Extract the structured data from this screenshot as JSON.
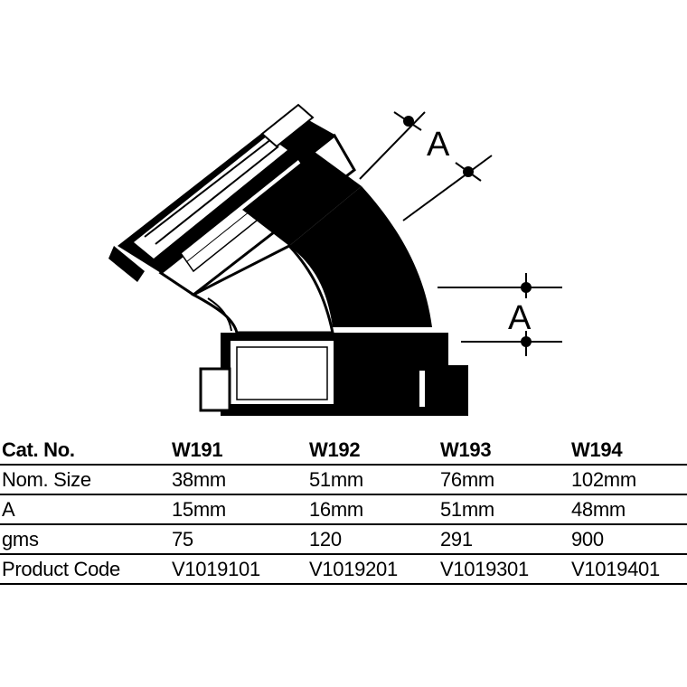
{
  "drawing": {
    "dimension_label_top": "A",
    "dimension_label_right": "A"
  },
  "table": {
    "header": [
      "Cat. No.",
      "W191",
      "W192",
      "W193",
      "W194"
    ],
    "rows": [
      [
        "Nom. Size",
        "38mm",
        "51mm",
        "76mm",
        "102mm"
      ],
      [
        "A",
        "15mm",
        "16mm",
        "51mm",
        "48mm"
      ],
      [
        "gms",
        "75",
        "120",
        "291",
        "900"
      ],
      [
        "Product Code",
        "V1019101",
        "V1019201",
        "V1019301",
        "V1019401"
      ]
    ]
  }
}
